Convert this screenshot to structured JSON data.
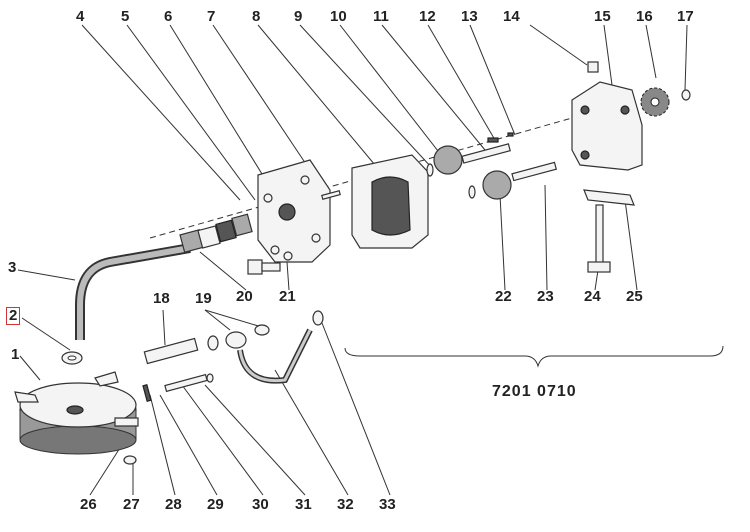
{
  "labels": {
    "l1": "1",
    "l2": "2",
    "l3": "3",
    "l4": "4",
    "l5": "5",
    "l6": "6",
    "l7": "7",
    "l8": "8",
    "l9": "9",
    "l10": "10",
    "l11": "11",
    "l12": "12",
    "l13": "13",
    "l14": "14",
    "l15": "15",
    "l16": "16",
    "l17": "17",
    "l18": "18",
    "l19": "19",
    "l20": "20",
    "l21": "21",
    "l22": "22",
    "l23": "23",
    "l24": "24",
    "l25": "25",
    "l26": "26",
    "l27": "27",
    "l28": "28",
    "l29": "29",
    "l30": "30",
    "l31": "31",
    "l32": "32",
    "l33": "33"
  },
  "assembly_code": "7201 0710",
  "highlight_color": "#d33333"
}
